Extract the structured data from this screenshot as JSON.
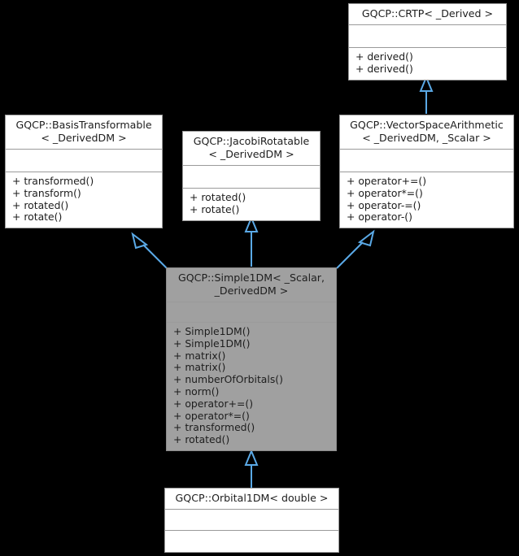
{
  "diagram": {
    "kind": "uml-class-inheritance-diagram",
    "background_color": "#000000",
    "edge_color": "#5aa9e6",
    "box_fill": "#ffffff",
    "highlight_fill": "#a0a0a0",
    "border_color": "#9a9a9a",
    "text_color": "#1d1d1d"
  },
  "classes": {
    "crtp": {
      "name": "GQCP::CRTP< _Derived >",
      "attributes": [],
      "operations": [
        "+ derived()",
        "+ derived()"
      ],
      "highlighted": false
    },
    "basis_transformable": {
      "name": "GQCP::BasisTransformable\n< _DerivedDM >",
      "attributes": [],
      "operations": [
        "+ transformed()",
        "+ transform()",
        "+ rotated()",
        "+ rotate()"
      ],
      "highlighted": false
    },
    "jacobi_rotatable": {
      "name": "GQCP::JacobiRotatable\n< _DerivedDM >",
      "attributes": [],
      "operations": [
        "+ rotated()",
        "+ rotate()"
      ],
      "highlighted": false
    },
    "vector_space_arithmetic": {
      "name": "GQCP::VectorSpaceArithmetic\n< _DerivedDM, _Scalar >",
      "attributes": [],
      "operations": [
        "+ operator+=()",
        "+ operator*=()",
        "+ operator-=()",
        "+ operator-()"
      ],
      "highlighted": false
    },
    "simple_1dm": {
      "name": "GQCP::Simple1DM< _Scalar,\n_DerivedDM >",
      "attributes": [],
      "operations": [
        "+ Simple1DM()",
        "+ Simple1DM()",
        "+ matrix()",
        "+ matrix()",
        "+ numberOfOrbitals()",
        "+ norm()",
        "+ operator+=()",
        "+ operator*=()",
        "+ transformed()",
        "+ rotated()"
      ],
      "highlighted": true
    },
    "orbital_1dm": {
      "name": "GQCP::Orbital1DM< double >",
      "attributes": [],
      "operations": [],
      "highlighted": false
    }
  },
  "edges": [
    {
      "from": "vector_space_arithmetic",
      "to": "crtp",
      "type": "inheritance",
      "arrow": "hollow-triangle"
    },
    {
      "from": "simple_1dm",
      "to": "basis_transformable",
      "type": "inheritance",
      "arrow": "hollow-triangle"
    },
    {
      "from": "simple_1dm",
      "to": "jacobi_rotatable",
      "type": "inheritance",
      "arrow": "hollow-triangle"
    },
    {
      "from": "simple_1dm",
      "to": "vector_space_arithmetic",
      "type": "inheritance",
      "arrow": "hollow-triangle"
    },
    {
      "from": "orbital_1dm",
      "to": "simple_1dm",
      "type": "inheritance",
      "arrow": "hollow-triangle"
    }
  ]
}
